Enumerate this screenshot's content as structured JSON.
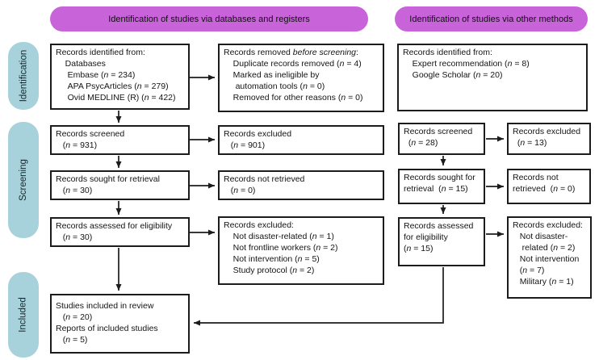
{
  "colors": {
    "header_bg": "#C963DA",
    "stage_bg": "#A7D1DB",
    "box_border": "#1C1C1C",
    "arrow": "#1C1C1C",
    "text": "#141414"
  },
  "headers": {
    "databases_registers": "Identification of studies via databases and registers",
    "other_methods": "Identification of studies via other methods"
  },
  "stages": {
    "identification": "Identification",
    "screening": "Screening",
    "included": "Included"
  },
  "boxes": {
    "db_identified": {
      "lines": [
        "Records identified from:",
        "    Databases",
        "     Embase (*n* = 234)",
        "     APA PsycArticles (*n* = 279)",
        "     Ovid MEDLINE (R) (*n* = 422)"
      ]
    },
    "db_removed": {
      "lines": [
        "Records removed *before screening*:",
        "    Duplicate records removed (*n* = 4)",
        "    Marked as ineligible by",
        "     automation tools (*n* = 0)",
        "    Removed for other reasons (*n* = 0)"
      ]
    },
    "other_identified": {
      "lines": [
        "Records identified from:",
        "    Expert recommendation (*n* = 8)",
        "    Google Scholar (*n* = 20)"
      ]
    },
    "db_screened": {
      "lines": [
        "Records screened",
        "   (*n* = 931)"
      ]
    },
    "db_screen_excluded": {
      "lines": [
        "Records excluded",
        "   (*n* = 901)"
      ]
    },
    "other_screened": {
      "lines": [
        "Records screened",
        "  (*n* = 28)"
      ]
    },
    "other_screen_excluded": {
      "lines": [
        "Records excluded",
        "  (*n* = 13)"
      ]
    },
    "db_sought": {
      "lines": [
        "Records sought for retrieval",
        "   (*n* = 30)"
      ]
    },
    "db_not_retrieved": {
      "lines": [
        "Records not retrieved",
        "   (*n* = 0)"
      ]
    },
    "other_sought": {
      "lines": [
        "Records sought for",
        "retrieval  (*n* = 15)"
      ]
    },
    "other_not_retrieved": {
      "lines": [
        "Records not",
        "retrieved  (*n* = 0)"
      ]
    },
    "db_assessed": {
      "lines": [
        "Records assessed for eligibility",
        "   (*n* = 30)"
      ]
    },
    "db_assess_excluded": {
      "lines": [
        "Records excluded:",
        "    Not disaster-related (*n* = 1)",
        "    Not frontline workers (*n* = 2)",
        "    Not intervention (*n* = 5)",
        "    Study protocol (*n* = 2)"
      ]
    },
    "other_assessed": {
      "lines": [
        "Records assessed",
        "for eligibility",
        "(*n* = 15)"
      ]
    },
    "other_assess_excluded": {
      "lines": [
        "Records excluded:",
        "   Not disaster-",
        "    related (*n* = 2)",
        "   Not intervention",
        "   (*n* = 7)",
        "   Military (*n* = 1)"
      ]
    },
    "included": {
      "lines": [
        "Studies included in review",
        "   (*n* = 20)",
        "Reports of included studies",
        "   (*n* = 5)"
      ]
    }
  }
}
